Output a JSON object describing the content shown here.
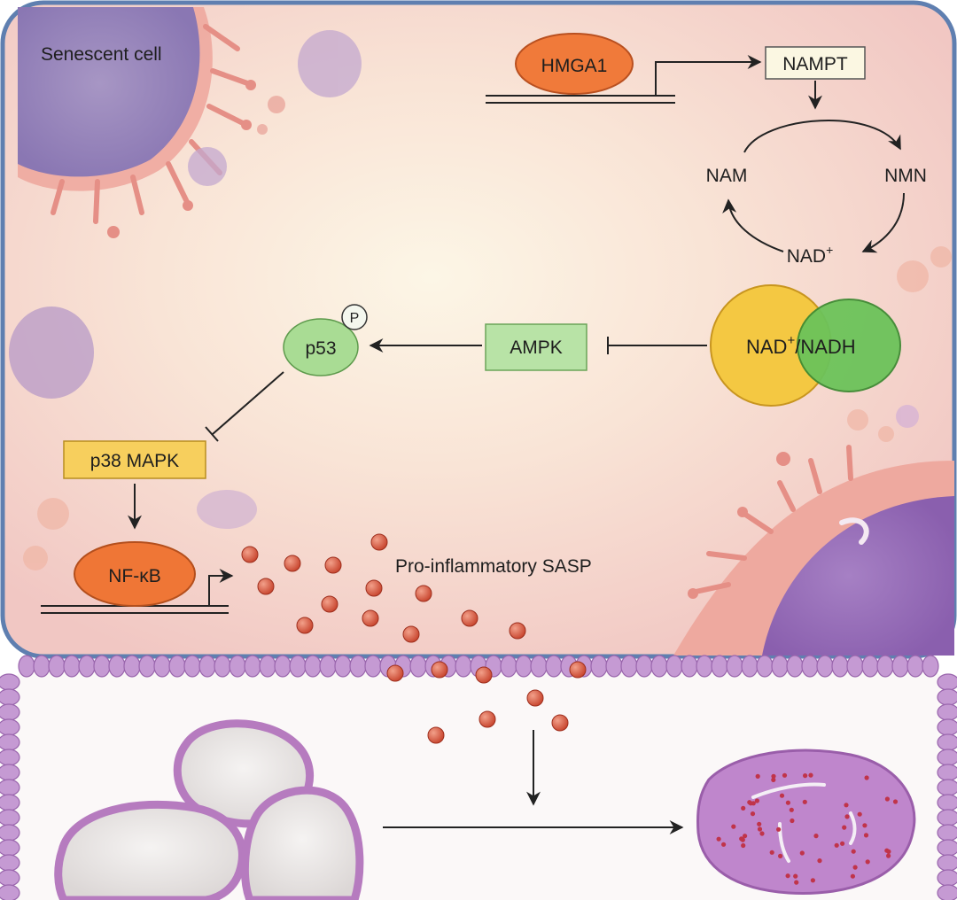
{
  "labels": {
    "senescent_cell": "Senescent cell",
    "hmga1": "HMGA1",
    "nampt": "NAMPT",
    "nam": "NAM",
    "nmn": "NMN",
    "nad_plus": "NAD",
    "nad_plus_sup": "+",
    "nad_ratio_left": "NAD",
    "nad_ratio_sup": "+",
    "nad_ratio_sep": "/",
    "nadh": "NADH",
    "ampk": "AMPK",
    "p53": "p53",
    "phospho": "P",
    "p38": "p38 MAPK",
    "nfkb": "NF-κB",
    "sasp": "Pro-inflammatory SASP"
  },
  "colors": {
    "cell_border": "#5f7fb0",
    "hmga1_fill": "#f07a3a",
    "nampt_fill": "#fbf7e2",
    "ampk_fill": "#b8e3a6",
    "p53_fill": "#a9dc94",
    "p38_fill": "#f7cf5d",
    "nfkb_fill": "#ef7636",
    "nad_fill": "#f4c842",
    "nadh_fill": "#6cc35a",
    "sasp_dot": "#d9533b",
    "membrane": "#b985c9",
    "neighbor_cell": "#b67bbf"
  },
  "icons": [
    "phospho-circle",
    "activation-arrow",
    "inhibition-arrow",
    "transcription-start-arrow"
  ]
}
